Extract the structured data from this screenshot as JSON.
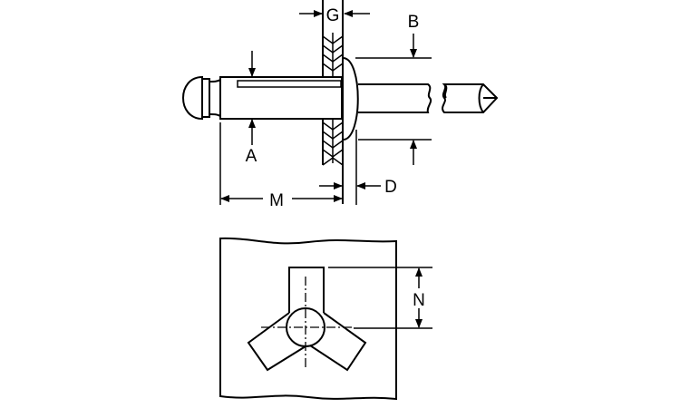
{
  "labels": {
    "g": "G",
    "b": "B",
    "a": "A",
    "m": "M",
    "d": "D",
    "n": "N"
  },
  "colors": {
    "line": "#000000",
    "background": "#ffffff"
  }
}
